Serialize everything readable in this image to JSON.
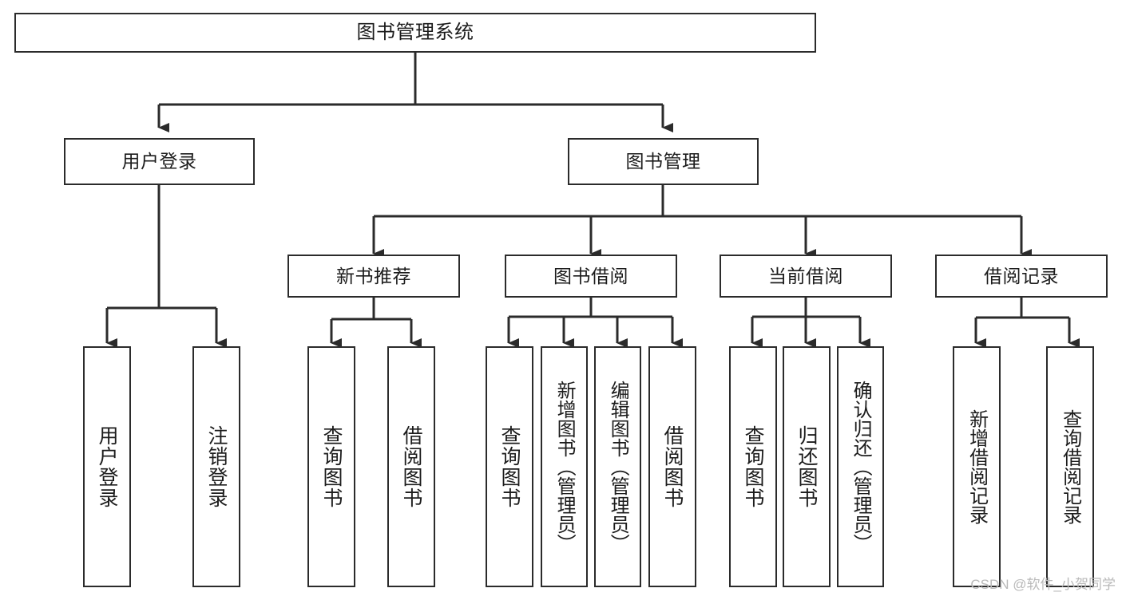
{
  "diagram": {
    "title": "图书管理系统",
    "type": "tree-hierarchy-chart",
    "colors": {
      "stroke": "#2b2b2b",
      "fill": "#ffffff",
      "text": "#1c1c1c",
      "watermark": "#b9b9b9"
    },
    "root": {
      "label": "图书管理系统"
    },
    "level2": [
      {
        "label": "用户登录"
      },
      {
        "label": "图书管理"
      }
    ],
    "level3": [
      {
        "label": "新书推荐"
      },
      {
        "label": "图书借阅"
      },
      {
        "label": "当前借阅"
      },
      {
        "label": "借阅记录"
      }
    ],
    "leaves": {
      "user_login": [
        {
          "label": "用户登录"
        },
        {
          "label": "注销登录"
        }
      ],
      "new_book_recommend": [
        {
          "label": "查询图书"
        },
        {
          "label": "借阅图书"
        }
      ],
      "book_borrow": [
        {
          "label": "查询图书"
        },
        {
          "label": "新增图书（管理员）"
        },
        {
          "label": "编辑图书（管理员）"
        },
        {
          "label": "借阅图书"
        }
      ],
      "current_borrow": [
        {
          "label": "查询图书"
        },
        {
          "label": "归还图书"
        },
        {
          "label": "确认归还（管理员）"
        }
      ],
      "borrow_record": [
        {
          "label": "新增借阅记录"
        },
        {
          "label": "查询借阅记录"
        }
      ]
    },
    "watermark": "CSDN @软件_小贺同学"
  }
}
